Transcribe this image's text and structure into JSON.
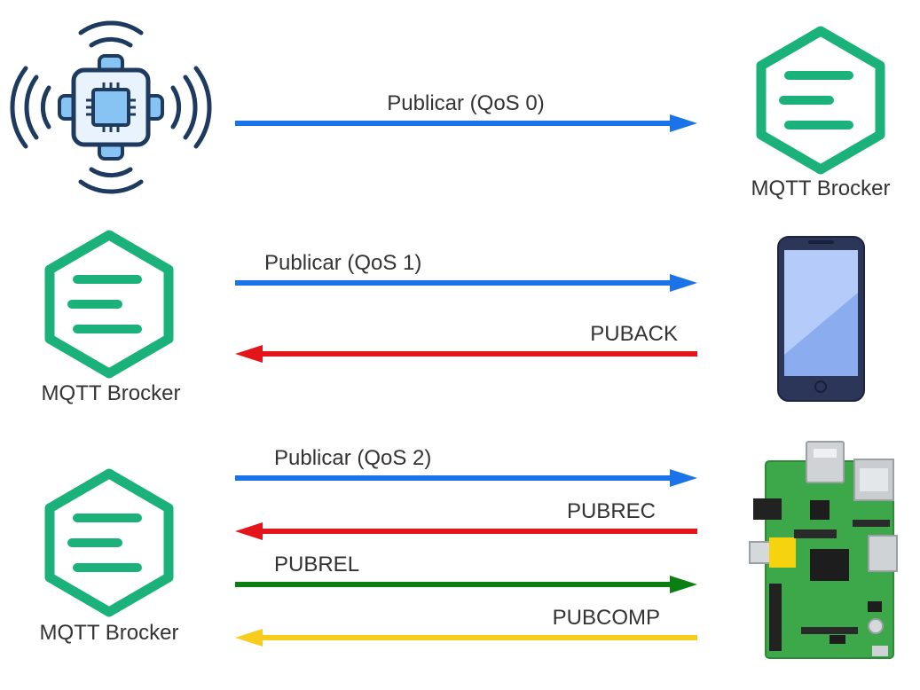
{
  "colors": {
    "publish": "#1a73e8",
    "ack": "#e3151a",
    "pubrel": "#0c7f12",
    "pubcomp": "#f7cc1c",
    "broker_green": "#1ab27a",
    "iot_navy": "#1e3a5f",
    "iot_chip": "#88c4f3"
  },
  "row1": {
    "publish_label": "Publicar (QoS 0)",
    "broker_label": "MQTT Brocker"
  },
  "row2": {
    "broker_label": "MQTT Brocker",
    "publish_label": "Publicar (QoS 1)",
    "puback_label": "PUBACK"
  },
  "row3": {
    "broker_label": "MQTT Brocker",
    "publish_label": "Publicar (QoS 2)",
    "pubrec_label": "PUBREC",
    "pubrel_label": "PUBREL",
    "pubcomp_label": "PUBCOMP"
  },
  "icons": {
    "iot_device": "iot-device-icon",
    "broker": "mqtt-broker-icon",
    "smartphone": "smartphone-icon",
    "board": "raspberry-pi-board-icon"
  }
}
